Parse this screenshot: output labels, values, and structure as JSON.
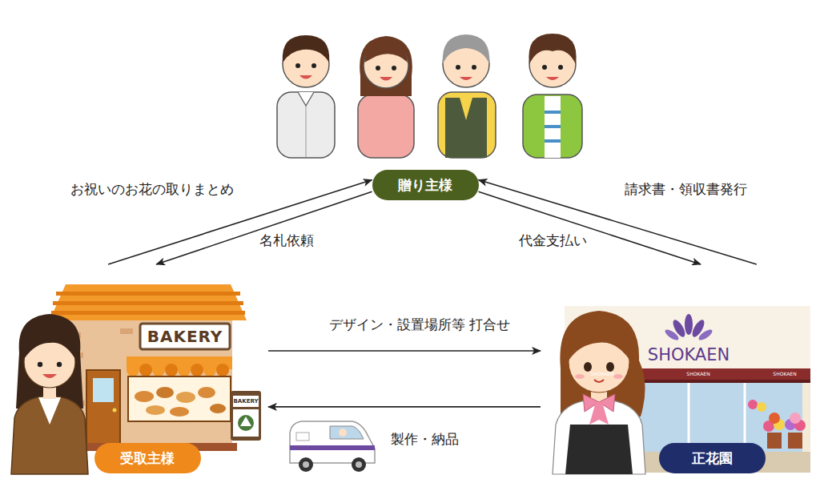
{
  "diagram": {
    "nodes": [
      {
        "text": [
          "贈り主様"
        ]
      },
      {
        "text": [
          "受取主様"
        ]
      },
      {
        "text": [
          "正花園"
        ]
      }
    ],
    "edges": [
      {
        "from": 1,
        "to": 0,
        "label": "お祝いのお花の取りまとめ",
        "arrow": "to"
      },
      {
        "from": 0,
        "to": 1,
        "label": "名札依頼",
        "arrow": "to"
      },
      {
        "from": 2,
        "to": 0,
        "label": "請求書・領収書発行",
        "arrow": "to"
      },
      {
        "from": 0,
        "to": 2,
        "label": "代金支払い",
        "arrow": "to"
      },
      {
        "from": 1,
        "to": 2,
        "label": "デザイン・設置場所等 打合せ",
        "arrow": "to"
      },
      {
        "from": 2,
        "to": 1,
        "label": "製作・納品",
        "arrow": "to"
      }
    ],
    "labels": [
      "BAKERY",
      "BAKERY",
      "SHOKAEN",
      "SHOKAEN",
      "SHOKAEN",
      "SHOKAEN"
    ]
  }
}
